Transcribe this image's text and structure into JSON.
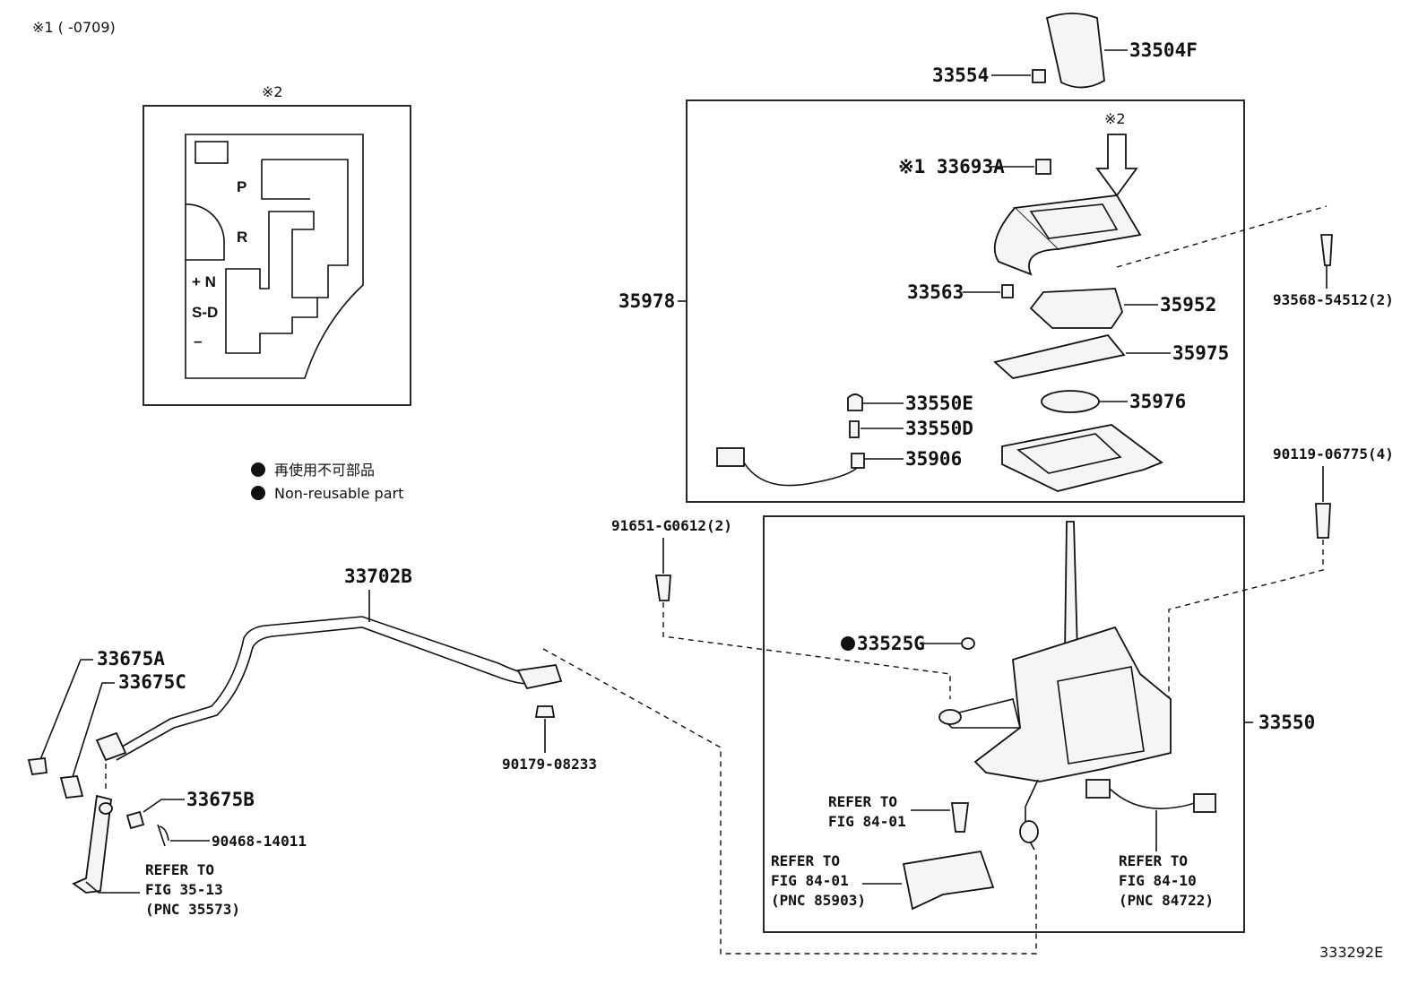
{
  "header_note": "※1 (      -0709)",
  "figure_id": "333292E",
  "inset": {
    "mark": "※2",
    "gate_labels": [
      "P",
      "R",
      "+ N",
      "S-D",
      "–"
    ]
  },
  "legend": {
    "jp": "再使用不可部品",
    "en": "Non-reusable part"
  },
  "labels": {
    "p33504F": "33504F",
    "p33554": "33554",
    "mark2": "※2",
    "p33693A": "※1 33693A",
    "p35978": "35978",
    "p33563": "33563",
    "p35952": "35952",
    "p35975": "35975",
    "p33550E": "33550E",
    "p35976": "35976",
    "p33550D": "33550D",
    "p35906": "35906",
    "p93568": "93568-54512(2)",
    "p90119": "90119-06775(4)",
    "p91651": "91651-G0612(2)",
    "p33525G": "33525G",
    "p33550": "33550",
    "p33702B": "33702B",
    "p33675A": "33675A",
    "p33675C": "33675C",
    "p33675B": "33675B",
    "p90468": "90468-14011",
    "p90179": "90179-08233",
    "refer_fig35_1": "REFER TO",
    "refer_fig35_2": "FIG 35-13",
    "refer_fig35_3": "(PNC 35573)",
    "refer_84a_1": "REFER TO",
    "refer_84a_2": "FIG 84-01",
    "refer_84b_1": "REFER TO",
    "refer_84b_2": "FIG 84-01",
    "refer_84b_3": "(PNC 85903)",
    "refer_84c_1": "REFER TO",
    "refer_84c_2": "FIG 84-10",
    "refer_84c_3": "(PNC 84722)"
  }
}
